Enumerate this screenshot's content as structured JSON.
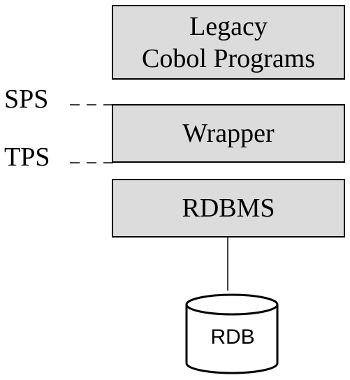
{
  "diagram": {
    "legacy_box": {
      "line1": "Legacy",
      "line2": "Cobol Programs"
    },
    "wrapper_box": {
      "label": "Wrapper"
    },
    "rdbms_box": {
      "label": "RDBMS"
    },
    "side_labels": {
      "sps": "SPS",
      "tps": "TPS"
    },
    "database": {
      "label": "RDB"
    },
    "colors": {
      "box_fill": "#dcdcdc",
      "stroke": "#000000",
      "background": "#ffffff"
    }
  }
}
